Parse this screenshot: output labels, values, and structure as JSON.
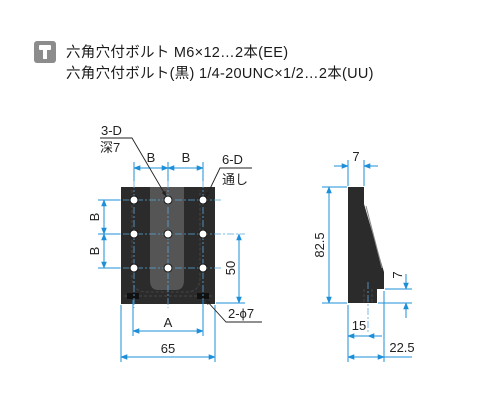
{
  "header": {
    "icon": "bolt-icon",
    "line1": "六角穴付ボルト M6×12…2本(EE)",
    "line2": "六角穴付ボルト(黒) 1/4-20UNC×1/2…2本(UU)"
  },
  "front_view": {
    "callout_3d": "3-D",
    "callout_depth": "深7",
    "callout_6d": "6-D",
    "callout_through": "通し",
    "dim_b_top_1": "B",
    "dim_b_top_2": "B",
    "dim_b_left_1": "B",
    "dim_b_left_2": "B",
    "dim_50": "50",
    "callout_2phi7": "2-ϕ7",
    "dim_a": "A",
    "dim_65": "65"
  },
  "side_view": {
    "dim_7_top": "7",
    "dim_82_5": "82.5",
    "dim_7_right": "7",
    "dim_15": "15",
    "dim_22_5": "22.5"
  },
  "colors": {
    "dimension": "#1d8fd8",
    "plate": "#2b2b2b",
    "icon": "#8c8c8c"
  }
}
